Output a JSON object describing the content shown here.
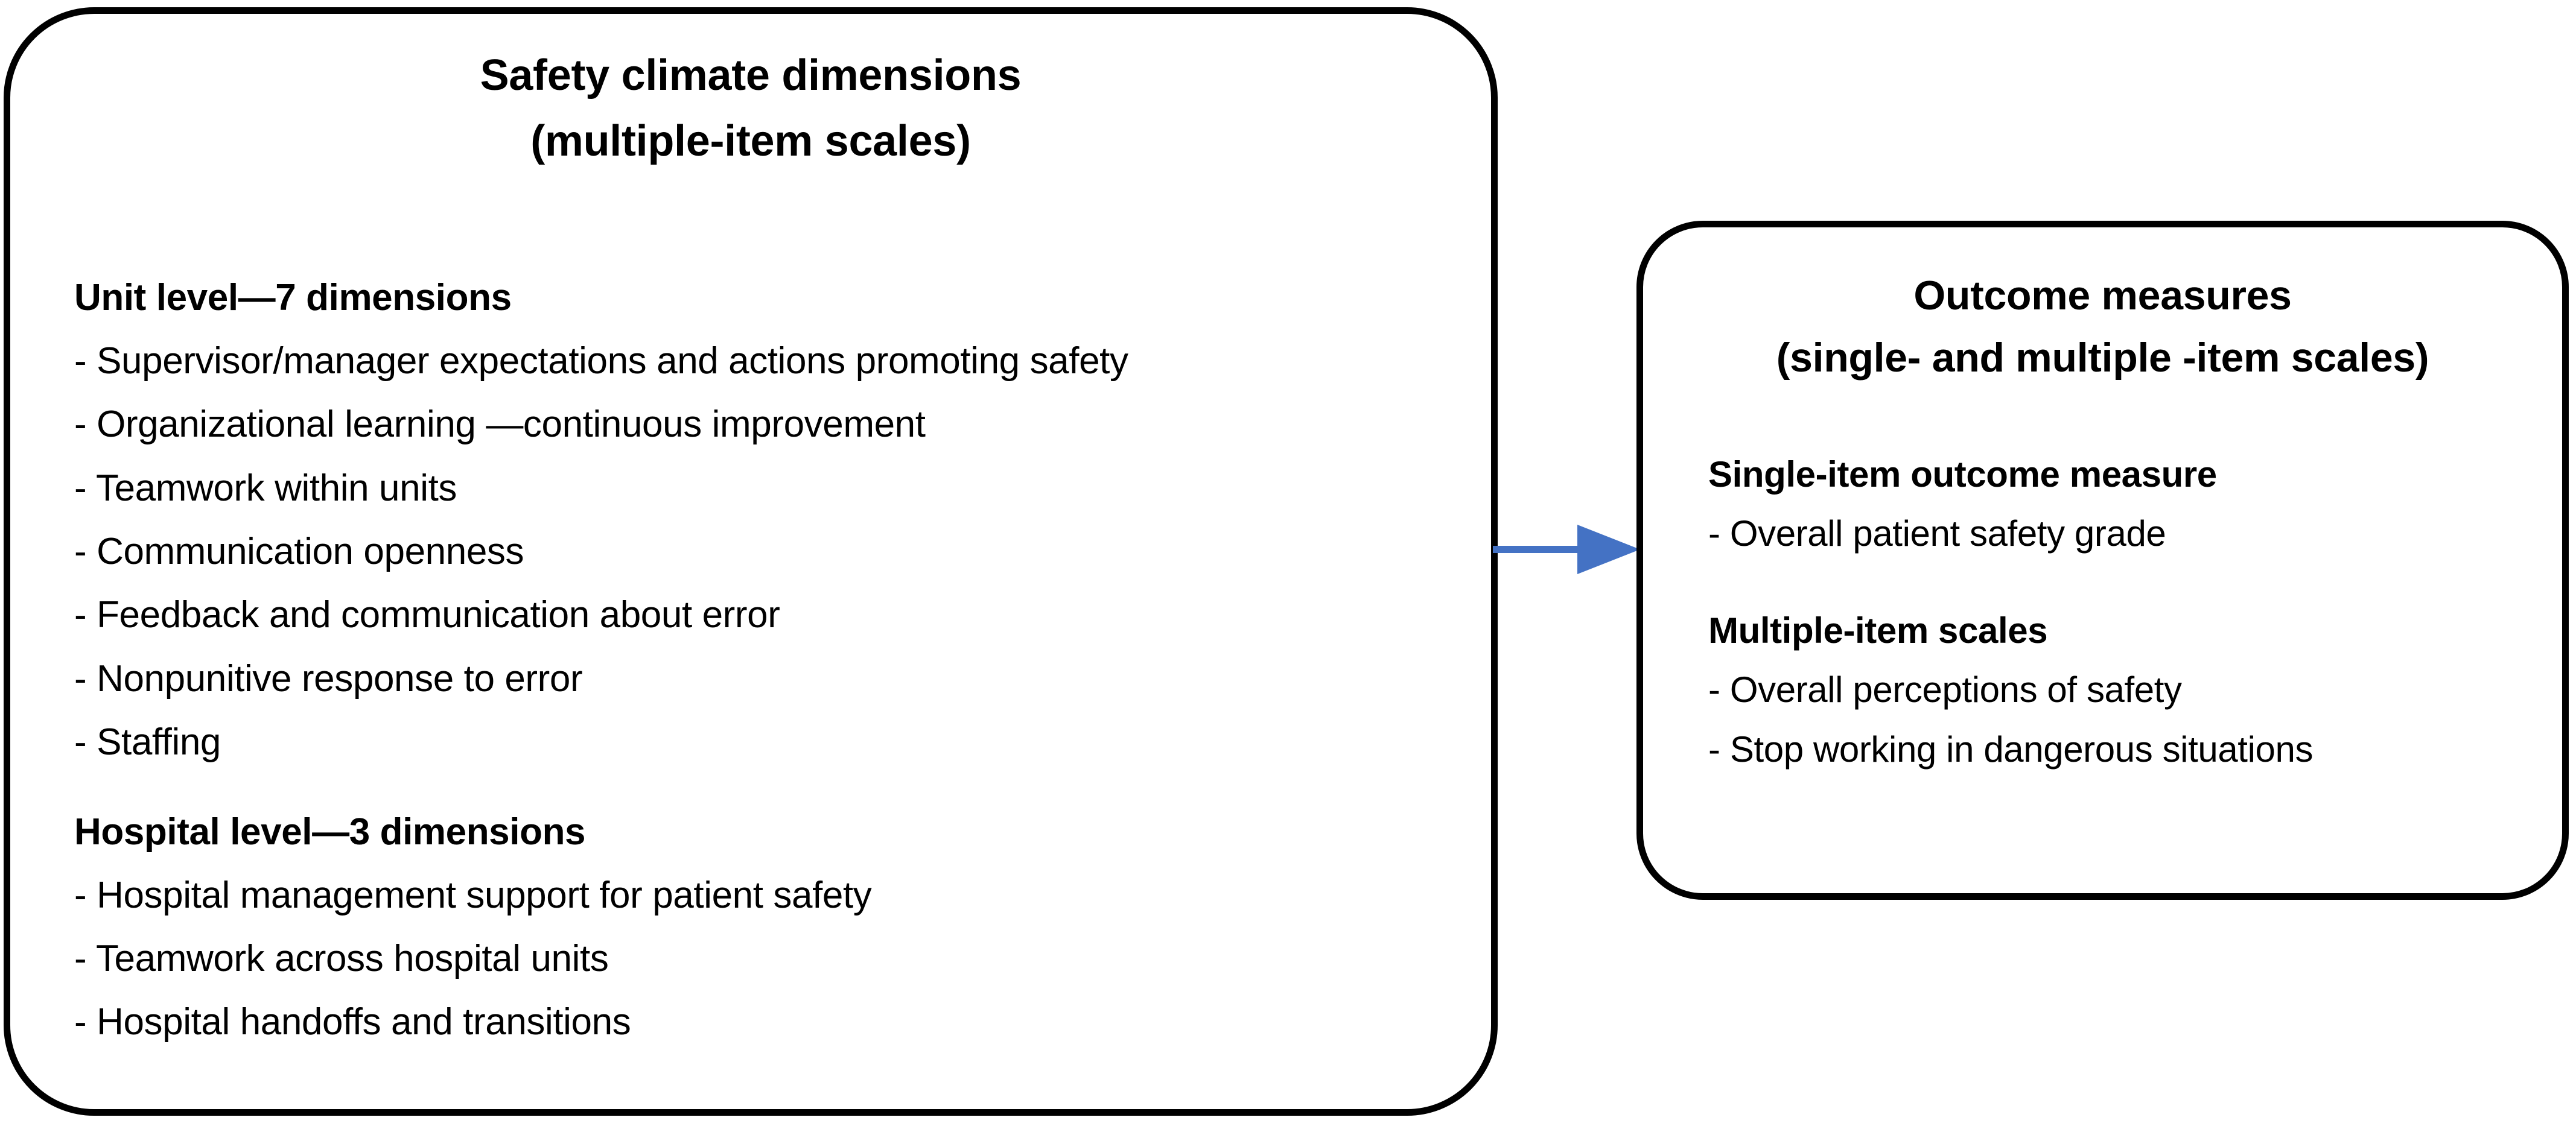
{
  "diagram": {
    "background": "#ffffff",
    "box_border_color": "#000000",
    "arrow_color": "#4472C4"
  },
  "left_box": {
    "title_line1": "Safety climate dimensions",
    "title_line2": "(multiple-item scales)",
    "groups": [
      {
        "heading": "Unit level—7 dimensions",
        "items": [
          "- Supervisor/manager expectations and actions promoting safety",
          "- Organizational learning —continuous improvement",
          "- Teamwork within units",
          "- Communication openness",
          "- Feedback and communication about error",
          "- Nonpunitive response to error",
          "- Staffing"
        ]
      },
      {
        "heading": "Hospital level—3 dimensions",
        "items": [
          "- Hospital management support for patient safety",
          "- Teamwork across hospital units",
          "- Hospital handoffs and transitions"
        ]
      }
    ]
  },
  "right_box": {
    "title_line1": "Outcome measures",
    "title_line2": "(single- and multiple -item scales)",
    "groups": [
      {
        "heading": "Single-item outcome measure",
        "items": [
          "- Overall patient safety grade"
        ]
      },
      {
        "heading": "Multiple-item scales",
        "items": [
          "- Overall perceptions of safety",
          "- Stop working in dangerous situations"
        ]
      }
    ]
  }
}
